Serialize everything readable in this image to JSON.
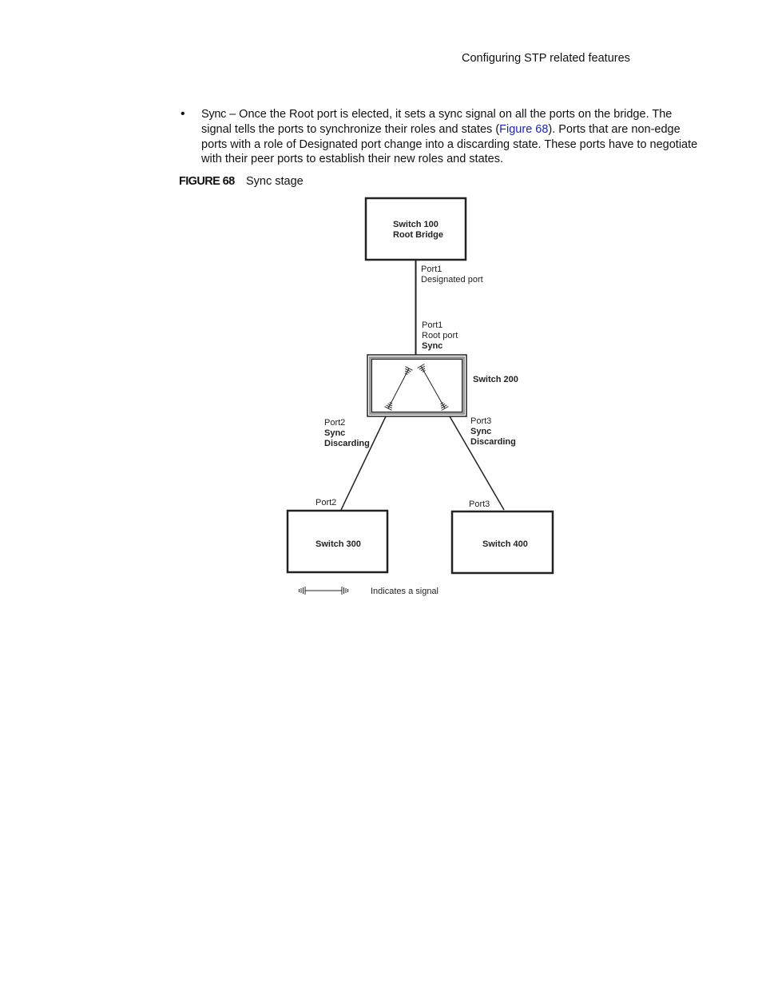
{
  "header": {
    "section_title": "Configuring STP related features"
  },
  "bullet": {
    "term": "Sync",
    "text_before_link": " – Once the Root port is elected, it sets a sync signal on all the ports on the bridge. The signal tells the ports to synchronize their roles and states (",
    "link_text": "Figure 68",
    "text_after_link": "). Ports that are non-edge ports with a role of Designated port change into a discarding state. These ports have to negotiate with their peer ports to establish their new roles and states."
  },
  "figure": {
    "label": "FIGURE 68",
    "title": "Sync stage"
  },
  "diagram": {
    "switch100": {
      "line1": "Switch 100",
      "line2": "Root Bridge"
    },
    "switch200": {
      "label": "Switch 200"
    },
    "switch300": {
      "label": "Switch 300"
    },
    "switch400": {
      "label": "Switch 400"
    },
    "s100_port": {
      "line1": "Port1",
      "line2": "Designated port"
    },
    "s200_port1": {
      "line1": "Port1",
      "line2": "Root port",
      "line3": "Sync"
    },
    "s200_port2": {
      "line1": "Port2",
      "line2": "Sync",
      "line3": "Discarding"
    },
    "s200_port3": {
      "line1": "Port3",
      "line2": "Sync",
      "line3": "Discarding"
    },
    "s300_port": "Port2",
    "s400_port": "Port3",
    "legend": "Indicates a signal"
  }
}
